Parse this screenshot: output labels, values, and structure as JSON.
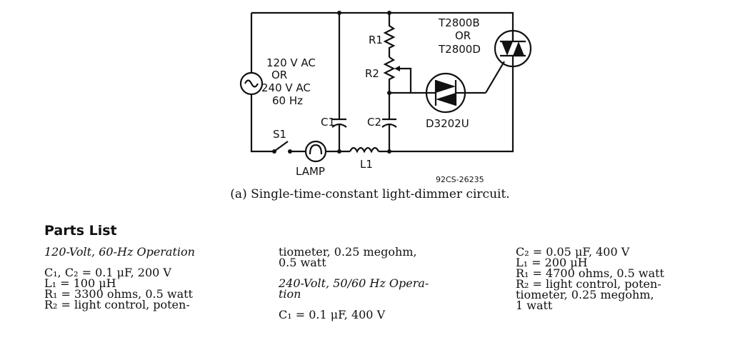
{
  "diagram": {
    "source_label_lines": [
      "120 V AC",
      "OR",
      "240 V AC",
      "60 Hz"
    ],
    "triac_label_lines": [
      "T2800B",
      "OR",
      "T2800D"
    ],
    "diac_label": "D3202U",
    "r1_label": "R1",
    "r2_label": "R2",
    "c1_label": "C1",
    "c2_label": "C2",
    "l1_label": "L1",
    "s1_label": "S1",
    "lamp_label": "LAMP",
    "figure_code": "92CS-26235"
  },
  "caption": "(a)  Single-time-constant light-dimmer circuit.",
  "parts_list": {
    "title": "Parts List",
    "columns": [
      [
        {
          "kind": "heading",
          "text": "120-Volt, 60-Hz Operation"
        },
        {
          "kind": "gap",
          "text": ""
        },
        {
          "kind": "line",
          "text": "C₁, C₂ = 0.1 μF, 200 V"
        },
        {
          "kind": "line",
          "text": "L₁ = 100 μH"
        },
        {
          "kind": "line",
          "text": "R₁ = 3300 ohms, 0.5 watt"
        },
        {
          "kind": "line",
          "text": "R₂ = light control, poten-"
        }
      ],
      [
        {
          "kind": "line",
          "text": "tiometer, 0.25 megohm,"
        },
        {
          "kind": "line",
          "text": "0.5 watt"
        },
        {
          "kind": "gap",
          "text": ""
        },
        {
          "kind": "heading",
          "text": "240-Volt, 50/60 Hz Opera-"
        },
        {
          "kind": "heading",
          "text": "tion"
        },
        {
          "kind": "gap",
          "text": ""
        },
        {
          "kind": "line",
          "text": "C₁ = 0.1 μF, 400 V"
        }
      ],
      [
        {
          "kind": "line",
          "text": "C₂ = 0.05 μF, 400 V"
        },
        {
          "kind": "line",
          "text": "L₁ = 200 μH"
        },
        {
          "kind": "line",
          "text": "R₁ = 4700 ohms, 0.5 watt"
        },
        {
          "kind": "line",
          "text": "R₂ = light control, poten-"
        },
        {
          "kind": "line",
          "text": "tiometer, 0.25 megohm,"
        },
        {
          "kind": "line",
          "text": "1 watt"
        }
      ]
    ]
  }
}
